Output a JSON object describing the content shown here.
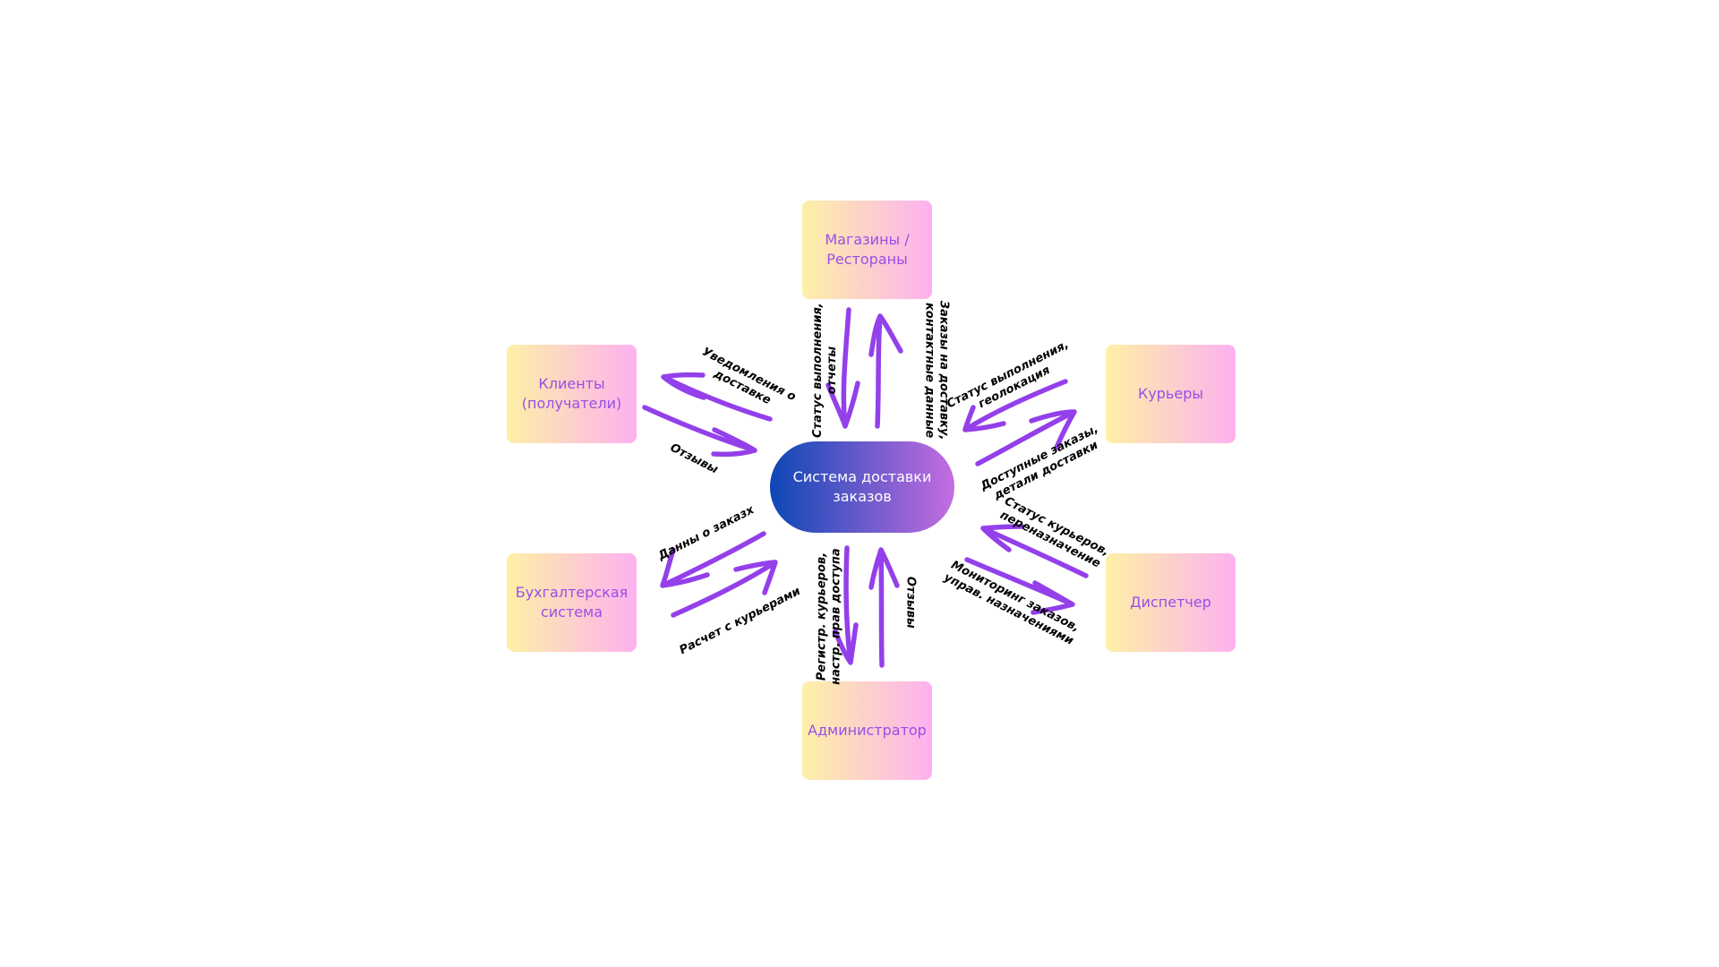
{
  "colors": {
    "node_gradient_start": "#fdf0a6",
    "node_gradient_end": "#fdb1f0",
    "node_text": "#9a4de8",
    "hub_gradient_start": "#0d47b5",
    "hub_gradient_end": "#c46de0",
    "arrow": "#9340ea"
  },
  "nodes": {
    "hub": "Система доставки заказов",
    "shops": "Магазины / Рестораны",
    "clients": "Клиенты (получатели)",
    "couriers": "Курьеры",
    "accounting": "Бухгалтерская система",
    "dispatcher": "Диспетчер",
    "admin": "Администратор"
  },
  "flows": {
    "hub_to_shops": [
      "Статус выполнения,",
      "отчеты"
    ],
    "shops_to_hub": [
      "Заказы на доставку,",
      "контактные данные"
    ],
    "hub_to_clients": [
      "Уведомления о",
      "доставке"
    ],
    "clients_to_hub": [
      "Отзывы"
    ],
    "couriers_to_hub": [
      "Статус выполнения,",
      "геолокация"
    ],
    "hub_to_couriers": [
      "Доступные заказы,",
      "детали доставки"
    ],
    "accounting_to_hub": [
      "Данны о заказх"
    ],
    "hub_to_accounting": [
      "Расчет с курьерами"
    ],
    "dispatcher_to_hub": [
      "Статус курьеров,",
      "переназначение"
    ],
    "hub_to_dispatcher": [
      "Мониторинг заказов,",
      "управ. назначениями"
    ],
    "admin_to_hub": [
      "Регистр. курьеров,",
      "настр. прав доступа"
    ],
    "hub_to_admin": [
      "Отзывы"
    ]
  }
}
